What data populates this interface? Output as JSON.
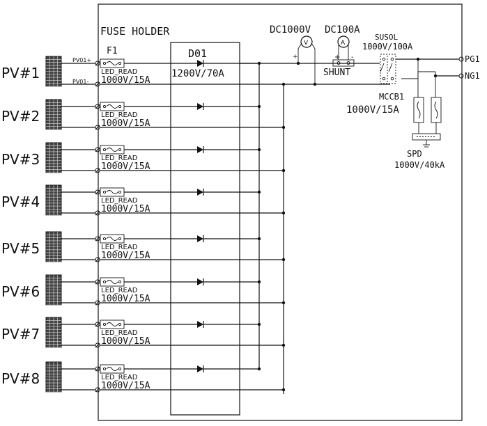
{
  "fuse_holder": {
    "title": "FUSE HOLDER",
    "fuse_id": "F1"
  },
  "pv_strings": [
    {
      "label": "PV#1",
      "fuse_led": "LED_READ",
      "fuse_rating": "1000V/15A"
    },
    {
      "label": "PV#2",
      "fuse_led": "LED_READ",
      "fuse_rating": "1000V/15A"
    },
    {
      "label": "PV#3",
      "fuse_led": "LED_READ",
      "fuse_rating": "1000V/15A"
    },
    {
      "label": "PV#4",
      "fuse_led": "LED_READ",
      "fuse_rating": "1000V/15A"
    },
    {
      "label": "PV#5",
      "fuse_led": "LED_READ",
      "fuse_rating": "1000V/15A"
    },
    {
      "label": "PV#6",
      "fuse_led": "LED_READ",
      "fuse_rating": "1000V/15A"
    },
    {
      "label": "PV#7",
      "fuse_led": "LED_READ",
      "fuse_rating": "1000V/15A"
    },
    {
      "label": "PV#8",
      "fuse_led": "LED_READ",
      "fuse_rating": "1000V/15A"
    }
  ],
  "pv1_terminals": {
    "plus": "PV01+",
    "minus": "PV01-"
  },
  "diode": {
    "id": "D01",
    "rating": "1200V/70A"
  },
  "voltmeter": {
    "label": "DC1000V",
    "symbol": "V",
    "plus": "+",
    "minus": "-"
  },
  "ammeter": {
    "label": "DC100A",
    "symbol": "A",
    "plus": "+",
    "minus": "-"
  },
  "shunt": {
    "label": "SHUNT"
  },
  "switch": {
    "id": "SUSOL",
    "rating": "1000V/100A"
  },
  "mccb": {
    "id": "MCCB1",
    "rating": "1000V/15A"
  },
  "spd": {
    "id": "SPD",
    "rating": "1000V/40kA"
  },
  "outputs": {
    "positive": "PG1",
    "negative": "NG1"
  }
}
